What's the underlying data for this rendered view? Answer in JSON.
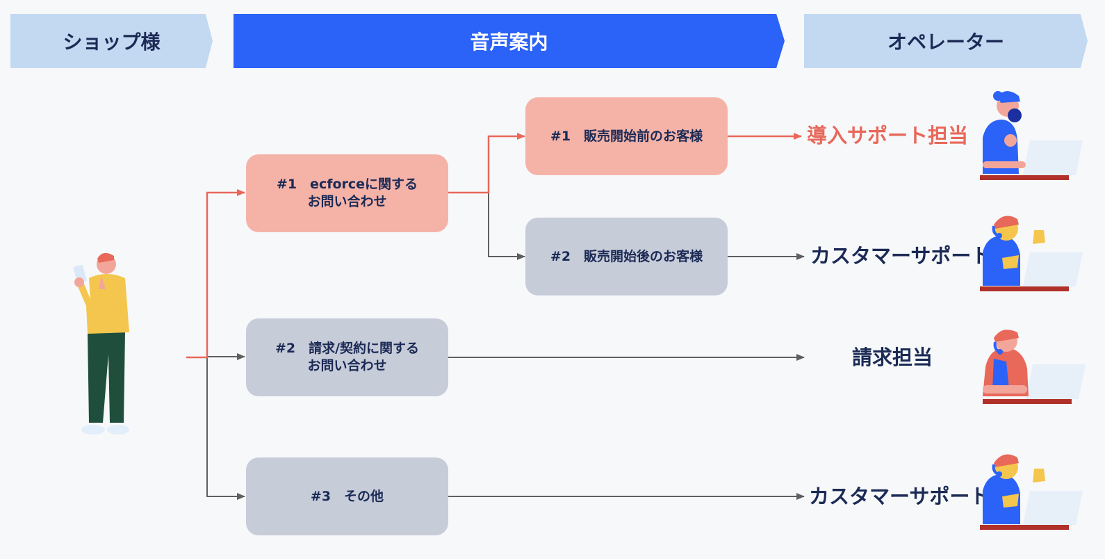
{
  "header": {
    "shop": "ショップ様",
    "voice": "音声案内",
    "operator": "オペレーター"
  },
  "menu": {
    "level1": [
      {
        "label": "#1　ecforceに関する\nお問い合わせ"
      },
      {
        "label": "#2　請求/契約に関する\nお問い合わせ"
      },
      {
        "label": "#3　その他"
      }
    ],
    "level2": [
      {
        "label": "#1　販売開始前のお客様"
      },
      {
        "label": "#2　販売開始後のお客様"
      }
    ]
  },
  "destinations": [
    {
      "label": "導入サポート担当"
    },
    {
      "label": "カスタマーサポート"
    },
    {
      "label": "請求担当"
    },
    {
      "label": "カスタマーサポート"
    }
  ],
  "colors": {
    "highlight": "#e8685a",
    "neutral_line": "#5f5f5f",
    "banner_accent": "#2b62f7",
    "banner_light": "#c3d9f1",
    "node_highlight": "#f5b3a8",
    "node_neutral": "#c7ccd9",
    "text": "#1b2a55"
  }
}
